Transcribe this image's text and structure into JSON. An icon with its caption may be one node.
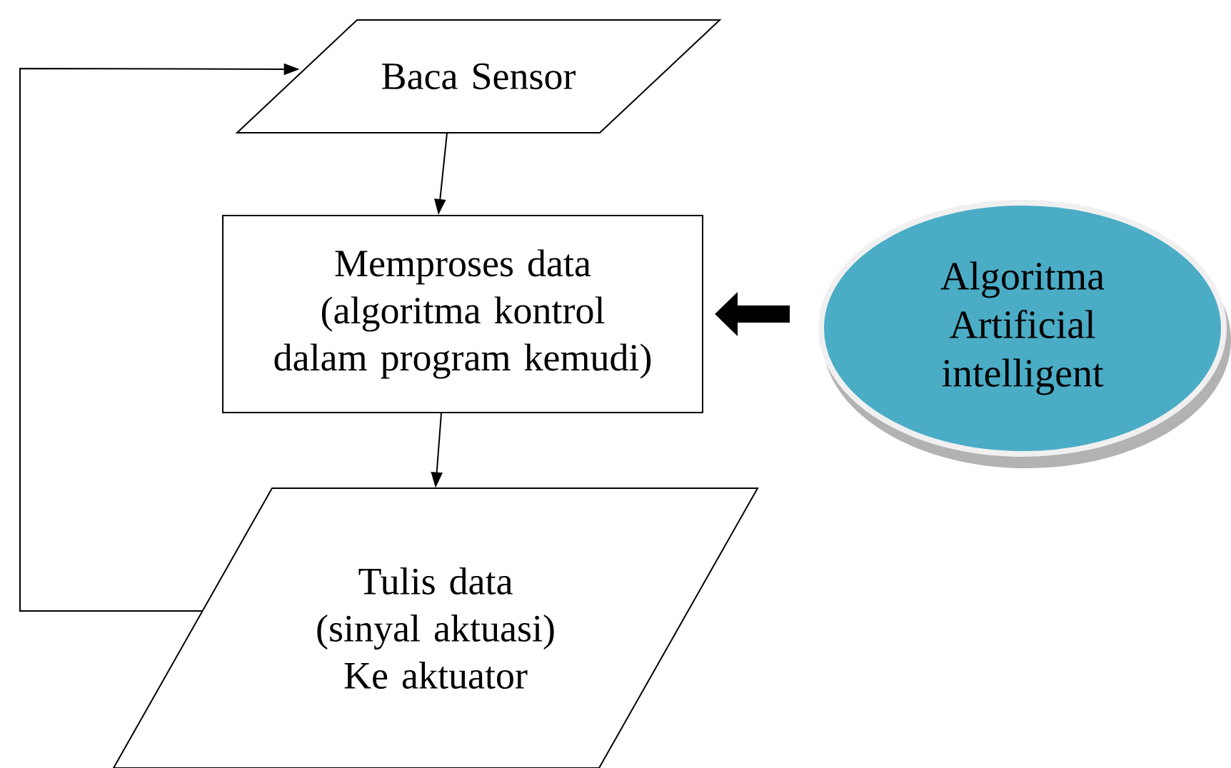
{
  "diagram": {
    "nodes": [
      {
        "text": [
          "Baca Sensor"
        ]
      },
      {
        "text": [
          "Memproses data (algoritma kontrol dalam program kemudi)"
        ]
      },
      {
        "text": [
          "Algoritma Artificial intelligent"
        ]
      },
      {
        "text": [
          "Tulis data (sinyal aktuasi) Ke aktuator"
        ]
      }
    ],
    "edges": [
      {
        "from": 0,
        "to": 1,
        "arrow": "to"
      },
      {
        "from": 1,
        "to": 3,
        "arrow": "to"
      },
      {
        "from": 2,
        "to": 1,
        "arrow": "to",
        "style": "thick"
      },
      {
        "from": 3,
        "to": 0,
        "arrow": "to"
      }
    ]
  }
}
